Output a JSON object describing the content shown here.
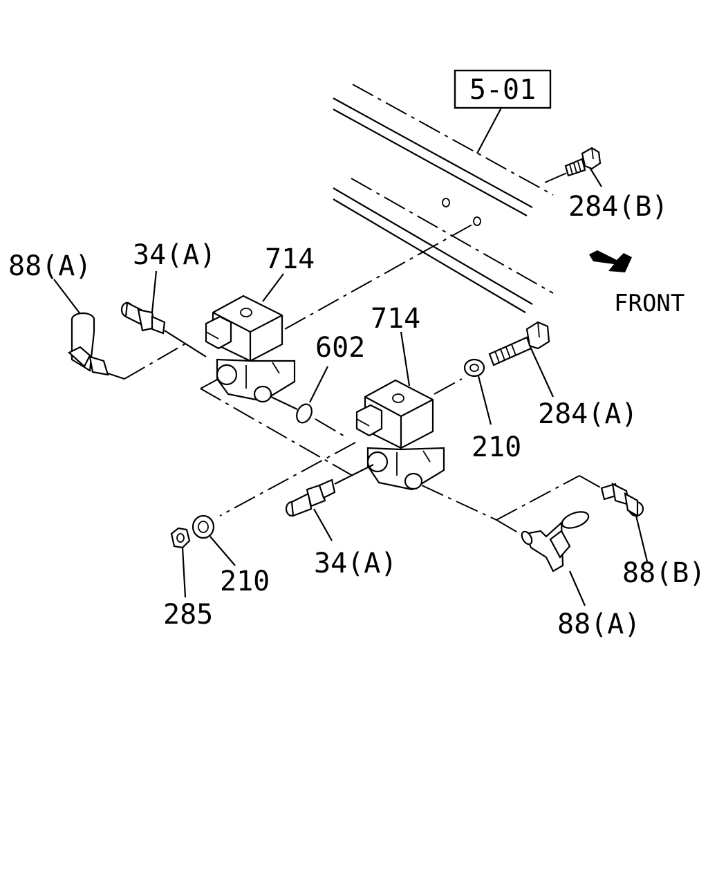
{
  "diagram": {
    "ref_box": "5-01",
    "direction_label": "FRONT",
    "callouts": {
      "bolt_b": "284(B)",
      "bolt_a": "284(A)",
      "elbow_left": "88(A)",
      "elbow_right": "88(A)",
      "connector_b": "88(B)",
      "fitting_left": "34(A)",
      "fitting_lower": "34(A)",
      "valve_upper": "714",
      "valve_lower": "714",
      "oring": "602",
      "washer_right": "210",
      "washer_left": "210",
      "nut": "285"
    }
  }
}
